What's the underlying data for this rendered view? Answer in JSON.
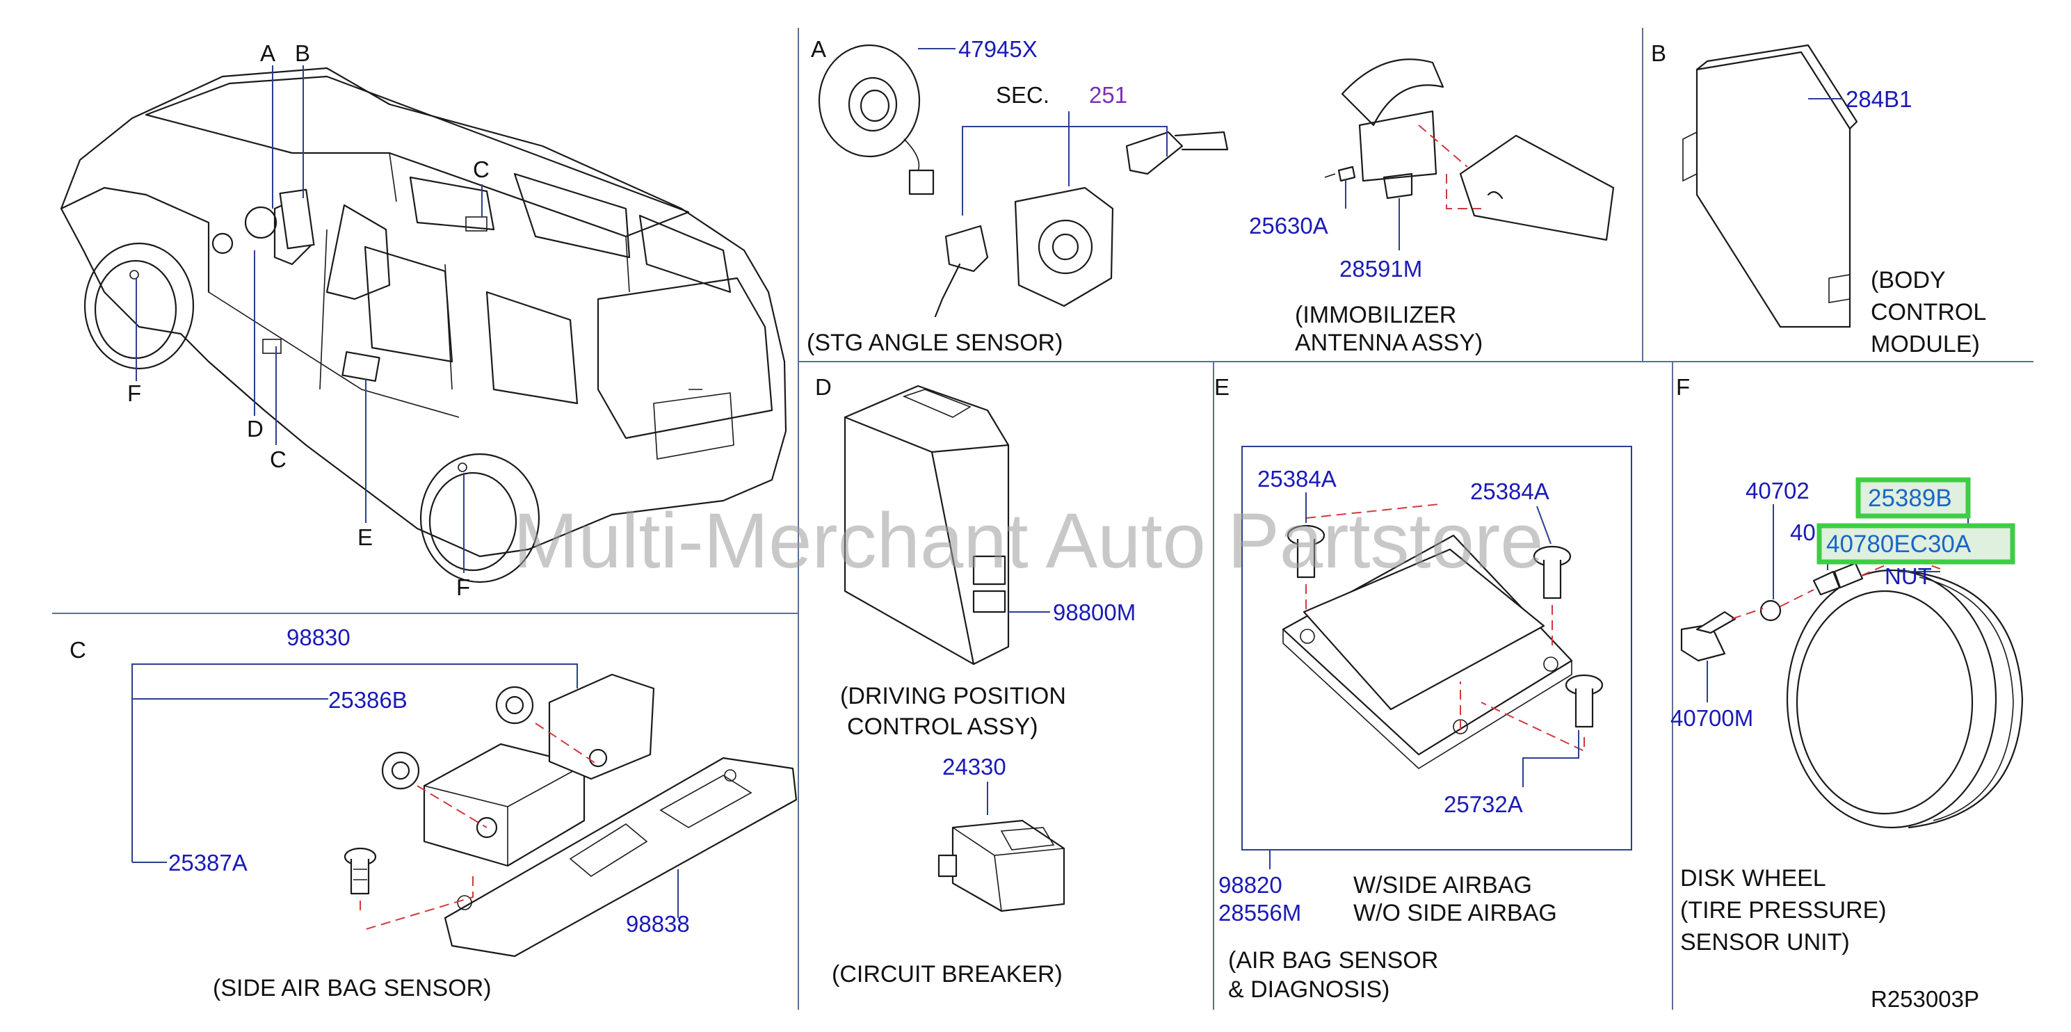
{
  "callouts": {
    "car_a": "A",
    "car_b": "B",
    "car_c1": "C",
    "car_c2": "C",
    "car_d": "D",
    "car_e": "E",
    "car_f1": "F",
    "car_f2": "F",
    "sec_a": "A",
    "sec_b": "B",
    "sec_c": "C",
    "sec_d": "D",
    "sec_e": "E",
    "sec_f": "F"
  },
  "parts": {
    "p47945x": "47945X",
    "sec_prefix": "SEC.",
    "sec_num": "251",
    "p25630a": "25630A",
    "p28591m": "28591M",
    "p284b1": "284B1",
    "p98830": "98830",
    "p25386b": "25386B",
    "p25387a": "25387A",
    "p98838": "98838",
    "p98800m": "98800M",
    "p24330": "24330",
    "p25384a_left": "25384A",
    "p25384a_right": "25384A",
    "p25732a": "25732A",
    "p98820": "98820",
    "p28556m": "28556M",
    "p40702": "40702",
    "p40703": "40703",
    "p25389b": "25389B",
    "p40780ec30a": "40780EC30A",
    "nut": "NUT",
    "p40700m": "40700M",
    "diagram_id": "R253003P"
  },
  "captions": {
    "stg_sensor": "(STG   ANGLE   SENSOR)",
    "immob_1": "(IMMOBILIZER",
    "immob_2": "ANTENNA   ASSY)",
    "bcm_1": "(BODY",
    "bcm_2": "CONTROL",
    "bcm_3": "MODULE)",
    "side_airbag": "(SIDE   AIR   BAG   SENSOR)",
    "dpc_1": "(DRIVING   POSITION",
    "dpc_2": "CONTROL   ASSY)",
    "circuit_breaker": "(CIRCUIT   BREAKER)",
    "w_side": "W/SIDE   AIRBAG",
    "wo_side": "W/O   SIDE   AIRBAG",
    "abs_1": "(AIR  BAG  SENSOR",
    "abs_2": "&  DIAGNOSIS)",
    "tpms_1": "DISK   WHEEL",
    "tpms_2": "(TIRE   PRESSURE)",
    "tpms_3": "SENSOR   UNIT)"
  },
  "watermark": "Multi-Merchant Auto Partstore",
  "colors": {
    "part_number": "#1a1ab8",
    "leader": "#2a3f8f",
    "dashed": "#d2383a",
    "highlight": "#3fcc46",
    "divider": "#5b6f93"
  }
}
